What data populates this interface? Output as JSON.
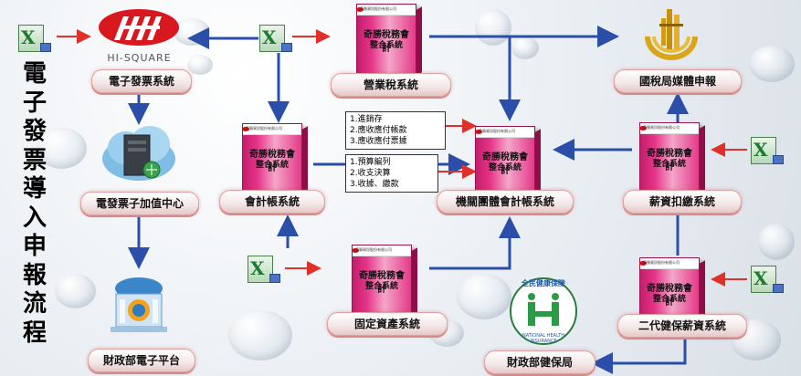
{
  "title": "電子發票導入申報流程",
  "logos": {
    "hisquare": "HI-SQUARE",
    "nhi_cn": "全民健康保險",
    "nhi_en": "NATIONAL HEALTH INSURANCE"
  },
  "labels": {
    "einvoice": "電子發票系統",
    "value_center": "電發票子加值中心",
    "mof_platform": "財政部電子平台",
    "business_tax": "營業稅系統",
    "accounting": "會計帳系統",
    "fixed_asset": "固定資產系統",
    "org_accounting": "機關團體會計帳系統",
    "tax_bureau": "國稅局媒體申報",
    "payroll": "薪資扣繳系統",
    "nhi_payroll": "二代健保薪資系統",
    "nhi_bureau": "財政部健保局"
  },
  "product": {
    "name1": "奇勝稅務會計",
    "name2": "整合系統",
    "brand": "奇勝資訊股份有限公司"
  },
  "notes": {
    "box1": [
      "1.進銷存",
      "2.應收應付帳款",
      "3.應收應付票據"
    ],
    "box2": [
      "1.預算編列",
      "2.收支決算",
      "3.收據、繳款"
    ]
  },
  "colors": {
    "arrow_blue": "#2b4fa8",
    "arrow_red": "#e0302a",
    "label_glow": "#d58a8a",
    "box_pink": "#e6358a"
  }
}
